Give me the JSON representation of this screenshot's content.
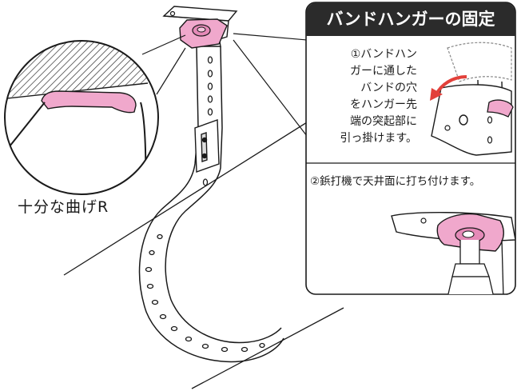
{
  "panel": {
    "title": "バンドハンガーの固定",
    "step1_text": "①バンドハン\nガーに通した\nバンドの穴\nをハンガー先\n端の突起部に\n引っ掛けます。",
    "step2_text": "②鋲打機で天井面に打ち付けます。"
  },
  "caption": {
    "bend": "十分な曲げR"
  },
  "colors": {
    "hanger_pink": "#f0a8cc",
    "panel_header": "#2b2b2b",
    "line": "#1a1a1a",
    "arrow_red": "#e2403a"
  }
}
